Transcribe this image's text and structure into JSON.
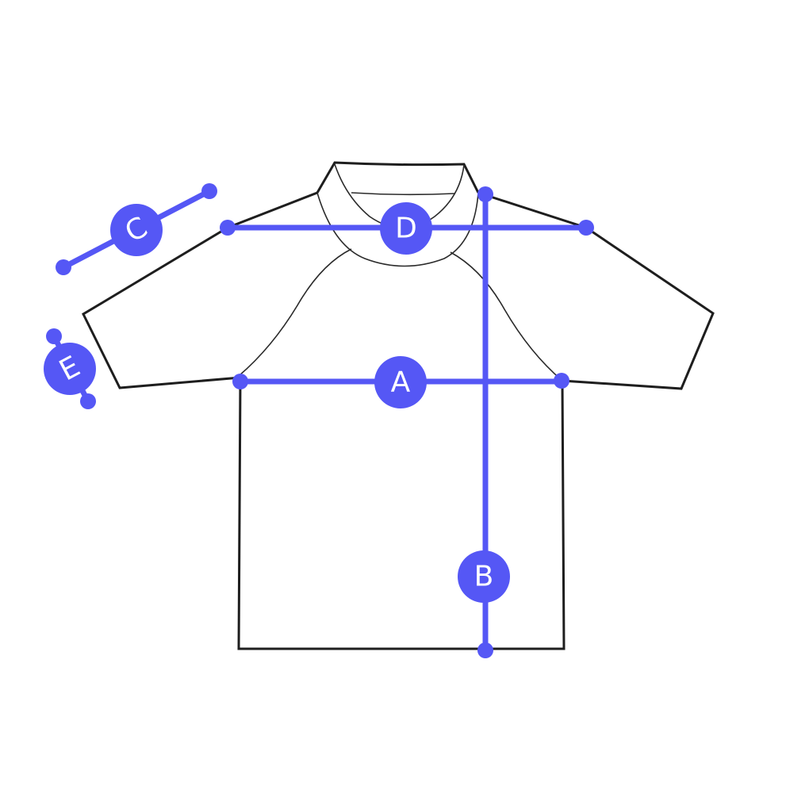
{
  "colors": {
    "background": "#ffffff",
    "outline": "#1e1e1e",
    "seam": "#2a2a2a",
    "measure": "#5557f5",
    "label_text": "#ffffff"
  },
  "measurements": {
    "A": {
      "label": "A"
    },
    "B": {
      "label": "B"
    },
    "C": {
      "label": "C"
    },
    "D": {
      "label": "D"
    },
    "E": {
      "label": "E"
    }
  }
}
